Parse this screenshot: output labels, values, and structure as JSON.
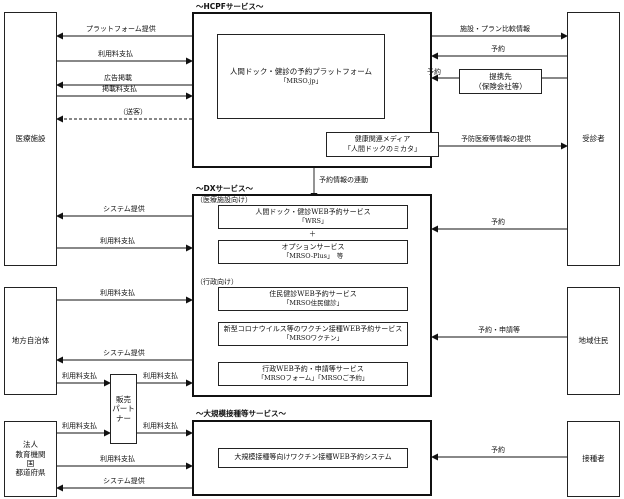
{
  "sections": {
    "hcpf": "～HCPFサービス～",
    "dx": "～DXサービス～",
    "large": "～大規模接種等サービス～"
  },
  "actors": {
    "medical": "医療施設",
    "patient": "受診者",
    "local_gov": "地方自治体",
    "residents": "地域住民",
    "corp": [
      "法人",
      "教育機関",
      "国",
      "都道府県"
    ],
    "vaccinee": "接種者",
    "partner": [
      "提携先",
      "（保険会社等）"
    ],
    "reseller": [
      "販売",
      "パート",
      "ナー"
    ]
  },
  "hcpf": {
    "platform": [
      "人間ドック・健診の予約プラットフォーム",
      "「MRSO.jp」"
    ],
    "media": [
      "健康関連メディア",
      "「人間ドックのミカタ」"
    ]
  },
  "dx": {
    "for_medical": "（医療施設向け）",
    "wrs": [
      "人間ドック・健診WEB予約サービス",
      "「WRS」"
    ],
    "plus": "＋",
    "option": [
      "オプションサービス",
      "「MRSO-Plus」　等"
    ],
    "for_gov": "（行政向け）",
    "resident_checkup": [
      "住民健診WEB予約サービス",
      "「MRSO住民健診」"
    ],
    "vaccine": [
      "新型コロナウイルス等のワクチン接種WEB予約サービス",
      "「MRSOワクチン」"
    ],
    "admin": [
      "行政WEB予約・申請等サービス",
      "「MRSOフォーム」「MRSOご予約」"
    ]
  },
  "large_scale": {
    "system": "大規模接種等向けワクチン接種WEB予約システム"
  },
  "arrows": {
    "platform_provide": "プラットフォーム提供",
    "usage_fee_1": "利用料支払",
    "ad_placement": [
      "広告掲載",
      "掲載料支払"
    ],
    "send_customer": "（送客）",
    "facility_info": "施設・プラン比較情報",
    "reservation_1": "予約",
    "reservation_partner": "予約",
    "preventive_info": "予防医療等情報の提供",
    "linkage": "予約情報の連動",
    "system_provide_1": "システム提供",
    "usage_fee_2": "利用料支払",
    "reservation_2": "予約",
    "usage_fee_3": "利用料支払",
    "reserve_apply": "予約・申請等",
    "system_provide_2": "システム提供",
    "usage_fee_4": "利用料支払",
    "usage_fee_5": "利用料支払",
    "usage_fee_6": "利用料支払",
    "usage_fee_7": "利用料支払",
    "usage_fee_8": "利用料支払",
    "system_provide_3": "システム提供",
    "reservation_3": "予約"
  }
}
